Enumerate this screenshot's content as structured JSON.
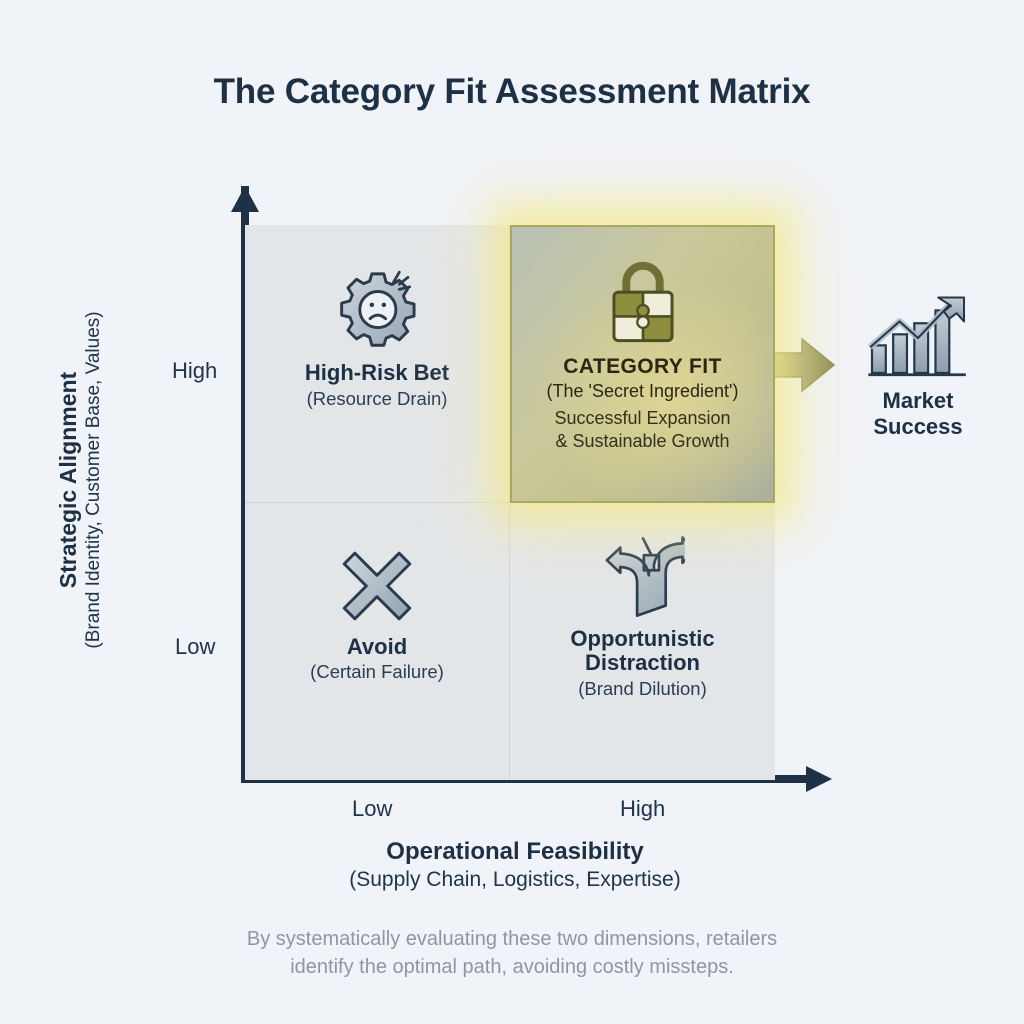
{
  "title": "The Category Fit Assessment Matrix",
  "axes": {
    "y": {
      "title": "Strategic Alignment",
      "subtitle": "(Brand Identity, Customer Base, Values)",
      "ticks": {
        "high": "High",
        "low": "Low"
      }
    },
    "x": {
      "title": "Operational Feasibility",
      "subtitle": "(Supply Chain, Logistics, Expertise)",
      "ticks": {
        "low": "Low",
        "high": "High"
      }
    }
  },
  "quadrants": {
    "top_left": {
      "icon": "gear-sad-face-icon",
      "title": "High-Risk Bet",
      "subtitle": "(Resource Drain)"
    },
    "top_right": {
      "icon": "puzzle-padlock-icon",
      "title": "CATEGORY FIT",
      "subtitle": "(The 'Secret Ingredient')",
      "description_line1": "Successful Expansion",
      "description_line2": "& Sustainable Growth",
      "highlighted": true
    },
    "bottom_left": {
      "icon": "cross-x-icon",
      "title": "Avoid",
      "subtitle": "(Certain Failure)"
    },
    "bottom_right": {
      "icon": "three-way-arrow-icon",
      "title_line1": "Opportunistic",
      "title_line2": "Distraction",
      "subtitle": "(Brand Dilution)"
    }
  },
  "outcome": {
    "icon": "growth-bar-chart-icon",
    "arrow_icon": "right-block-arrow-icon",
    "label_line1": "Market",
    "label_line2": "Success"
  },
  "footer": {
    "line1": "By systematically evaluating these two dimensions, retailers",
    "line2": "identify the optimal path, avoiding costly missteps."
  },
  "colors": {
    "background": "#f0f3f8",
    "axis": "#1e3147",
    "quadrant_neutral": "#e3e6e9",
    "highlight_olive": "#c8c89b",
    "highlight_glow": "#f5e778",
    "arrow_olive": "#9a9a6a",
    "text_dark": "#1d3044",
    "footer_text": "#9096a0"
  },
  "chart_data": {
    "type": "table",
    "title": "The Category Fit Assessment Matrix",
    "xlabel": "Operational Feasibility",
    "ylabel": "Strategic Alignment",
    "x_levels": [
      "Low",
      "High"
    ],
    "y_levels": [
      "Low",
      "High"
    ],
    "cells": [
      {
        "x": "Low",
        "y": "High",
        "label": "High-Risk Bet",
        "note": "(Resource Drain)",
        "highlighted": false
      },
      {
        "x": "High",
        "y": "High",
        "label": "CATEGORY FIT",
        "note": "(The 'Secret Ingredient')",
        "highlighted": true
      },
      {
        "x": "Low",
        "y": "Low",
        "label": "Avoid",
        "note": "(Certain Failure)",
        "highlighted": false
      },
      {
        "x": "High",
        "y": "Low",
        "label": "Opportunistic Distraction",
        "note": "(Brand Dilution)",
        "highlighted": false
      }
    ],
    "outcome": "Market Success",
    "legend": []
  }
}
